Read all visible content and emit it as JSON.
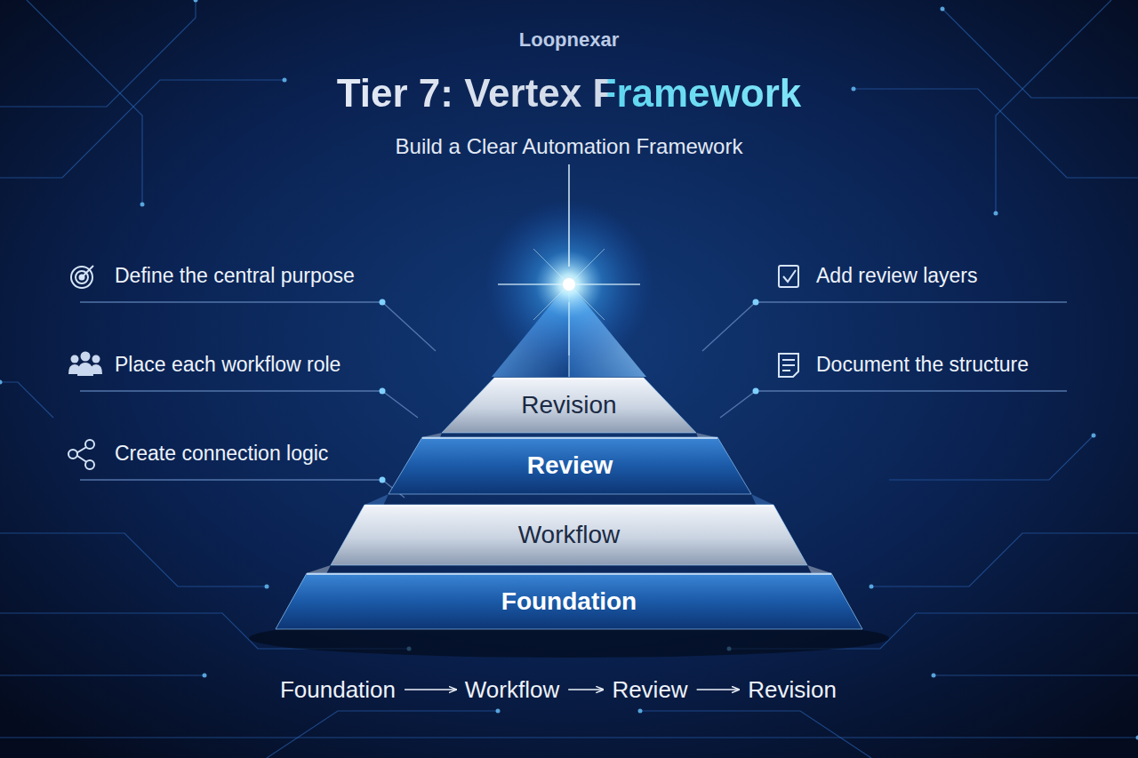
{
  "diagram": {
    "title": "Tier 7: Vertex Framework",
    "nodes": [
      {
        "text": [
          "Revision"
        ]
      },
      {
        "text": [
          "Review"
        ]
      },
      {
        "text": [
          "Workflow"
        ]
      },
      {
        "text": [
          "Foundation"
        ]
      },
      {
        "text": [
          "Foundation"
        ]
      },
      {
        "text": [
          "Workflow"
        ]
      },
      {
        "text": [
          "Review"
        ]
      },
      {
        "text": [
          "Revision"
        ]
      }
    ],
    "edges": [
      {
        "from": 4,
        "to": 5,
        "arrow": "to"
      },
      {
        "from": 5,
        "to": 6,
        "arrow": "to"
      },
      {
        "from": 6,
        "to": 7,
        "arrow": "to"
      }
    ],
    "labels": [
      "Loopnexar",
      "Build a Clear Automation Framework",
      "Define the central purpose",
      "Place each workflow role",
      "Create connection logic",
      "Add review layers",
      "Document the structure"
    ]
  }
}
